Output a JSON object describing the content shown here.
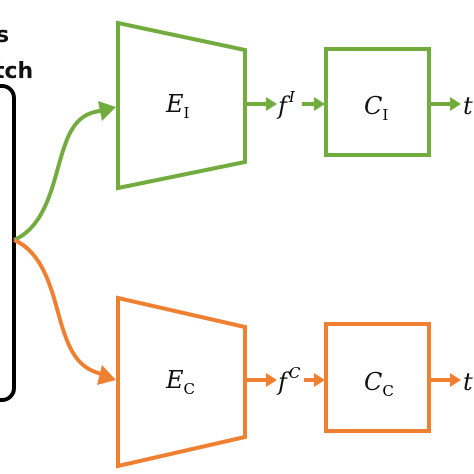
{
  "colors": {
    "image_branch": "#72ac3e",
    "color_branch": "#ef7f31",
    "batch_box": "#000000",
    "text": "#111111"
  },
  "batch_label": {
    "line1": "s",
    "line2": "tch"
  },
  "image_branch": {
    "encoder": {
      "base": "E",
      "sub": "I"
    },
    "feature": {
      "base": "f",
      "sup": "I"
    },
    "classifier": {
      "base": "C",
      "sub": "I"
    },
    "output_partial": "t"
  },
  "color_branch": {
    "encoder": {
      "base": "E",
      "sub": "C"
    },
    "feature": {
      "base": "f",
      "sup": "C"
    },
    "classifier": {
      "base": "C",
      "sub": "C"
    },
    "output_partial": "t"
  }
}
